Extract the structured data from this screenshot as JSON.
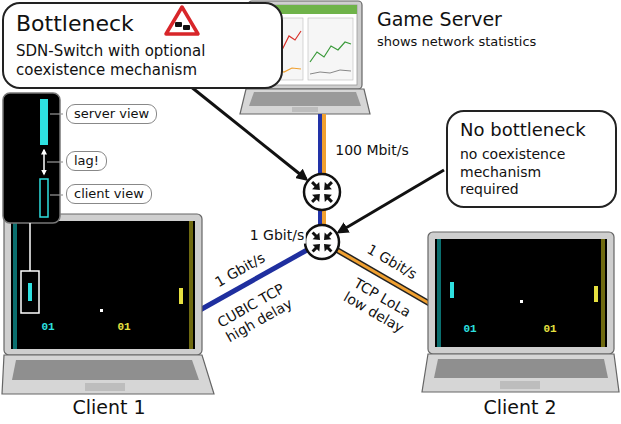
{
  "diagram": {
    "nodes": [
      {
        "text": [
          "Bottleneck",
          "SDN-Switch with optional coexistence mechanism"
        ]
      },
      {
        "text": [
          "Game Server",
          "shows network statistics"
        ]
      },
      {
        "text": [
          "No bottleneck",
          "no coexistence mechanism required"
        ]
      },
      {
        "text": [
          "server view"
        ]
      },
      {
        "text": [
          "lag!"
        ]
      },
      {
        "text": [
          "client view"
        ]
      },
      {
        "text": [
          "Client 1"
        ]
      },
      {
        "text": [
          "Client 2"
        ]
      }
    ],
    "labels": [
      "100 Mbit/s",
      "1 Gbit/s",
      "1 Gbit/s",
      "CUBIC TCP high delay",
      "1 Gbit/s",
      "TCP LoLa low delay",
      "01",
      "01",
      "01",
      "01"
    ]
  }
}
